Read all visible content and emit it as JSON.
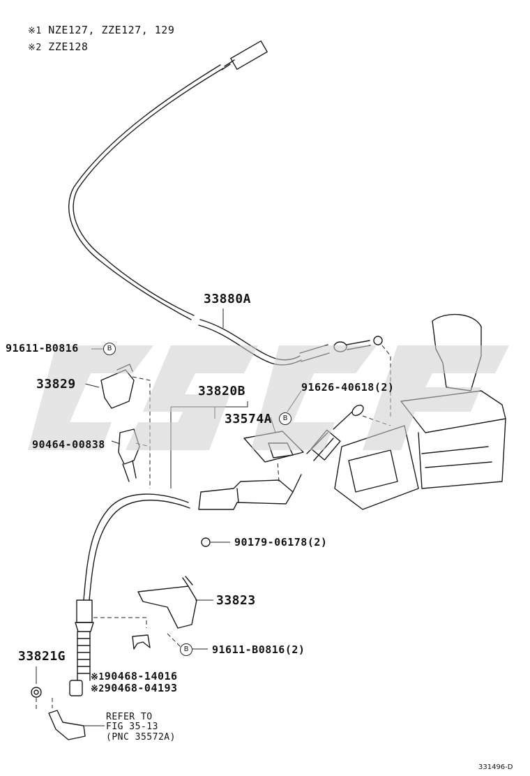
{
  "notes": [
    {
      "mark": "※1",
      "text": "NZE127, ZZE127, 129"
    },
    {
      "mark": "※2",
      "text": "ZZE128"
    }
  ],
  "labels": {
    "p33880A": "33880A",
    "p91611_top": "91611-B0816",
    "p33829": "33829",
    "p33820B": "33820B",
    "p91626": "91626-40618(2)",
    "p33574A": "33574A",
    "p90464": "90464-00838",
    "p90179": "90179-06178(2)",
    "p33823": "33823",
    "p91611_bottom": "91611-B0816(2)",
    "p33821G": "33821G",
    "p90468_1": "90468-14016",
    "p90468_2": "90468-04193",
    "refer_line1": "REFER TO",
    "refer_line2": "FIG 35-13",
    "refer_line3": "(PNC 35572A)",
    "ref_mark1": "※1",
    "ref_mark2": "※2",
    "circle_b": "B"
  },
  "footer": {
    "code": "331496-D"
  }
}
